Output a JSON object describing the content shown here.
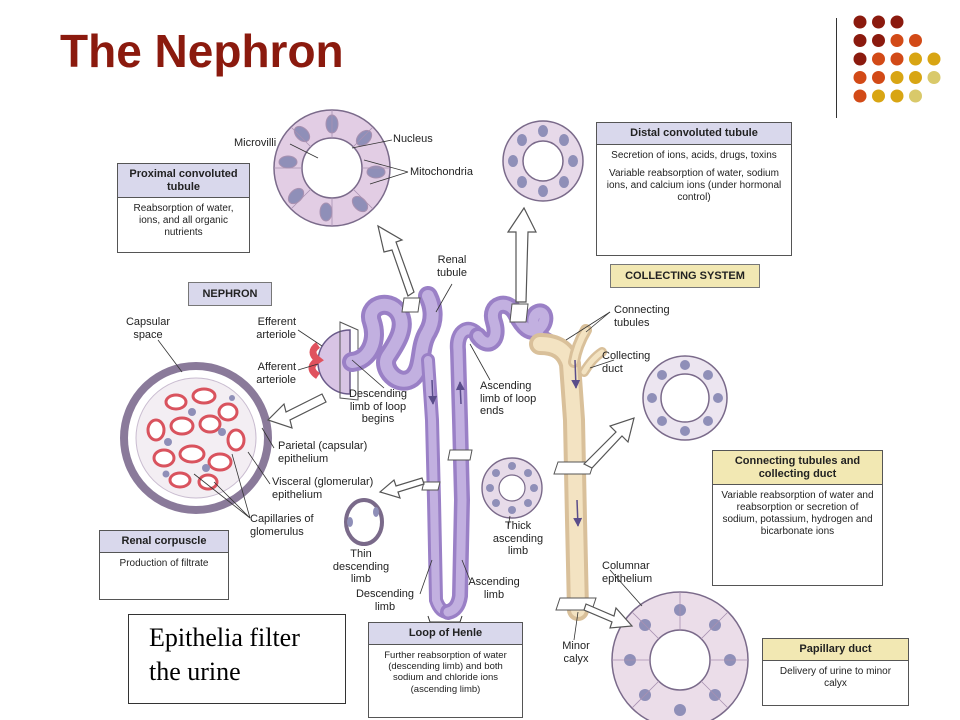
{
  "title": "The Nephron",
  "colors": {
    "title": "#8b1a0e",
    "dot_dark": "#8b1a0e",
    "dot_mid": "#d24a17",
    "dot_gold": "#d8a513",
    "dot_light": "#d9c96a",
    "tubule": "#b9a4d6",
    "collecting": "#f0ddb8",
    "capillary": "#e88a8f"
  },
  "caption": {
    "line1": "Epithelia filter",
    "line2": "the urine"
  },
  "boxes": {
    "pct": {
      "title": "Proximal convoluted tubule",
      "body": "Reabsorption of water, ions, and all organic nutrients"
    },
    "dct": {
      "title": "Distal convoluted tubule",
      "body1": "Secretion of ions, acids, drugs, toxins",
      "body2": "Variable reabsorption of water, sodium ions, and calcium ions (under hormonal control)"
    },
    "collecting_system": "COLLECTING SYSTEM",
    "nephron": "NEPHRON",
    "ctcd": {
      "title": "Connecting tubules and collecting duct",
      "body": "Variable reabsorption of water and reabsorption or secretion of sodium, potassium, hydrogen and bicarbonate ions"
    },
    "renal_corpuscle": {
      "title": "Renal corpuscle",
      "body": "Production of filtrate"
    },
    "loop_of_henle": {
      "title": "Loop of Henle",
      "body": "Further reabsorption of water (descending limb) and both sodium and chloride ions (ascending limb)"
    },
    "papillary_duct": {
      "title": "Papillary duct",
      "body": "Delivery of urine to minor calyx"
    }
  },
  "labels": {
    "microvilli": "Microvilli",
    "nucleus": "Nucleus",
    "mitochondria": "Mitochondria",
    "renal_tubule": "Renal tubule",
    "efferent_arteriole": "Efferent arteriole",
    "afferent_arteriole": "Afferent arteriole",
    "capsular_space": "Capsular space",
    "descending_limb_begins": "Descending limb of loop begins",
    "ascending_limb_ends": "Ascending limb of loop ends",
    "connecting_tubules": "Connecting tubules",
    "collecting_duct": "Collecting duct",
    "parietal_epithelium": "Parietal (capsular) epithelium",
    "visceral_epithelium": "Visceral (glomerular) epithelium",
    "capillaries_glomerulus": "Capillaries of glomerulus",
    "thin_descending_limb": "Thin descending limb",
    "thick_ascending_limb": "Thick ascending limb",
    "descending_limb": "Descending limb",
    "ascending_limb": "Ascending limb",
    "columnar_epithelium": "Columnar epithelium",
    "minor_calyx": "Minor calyx"
  }
}
